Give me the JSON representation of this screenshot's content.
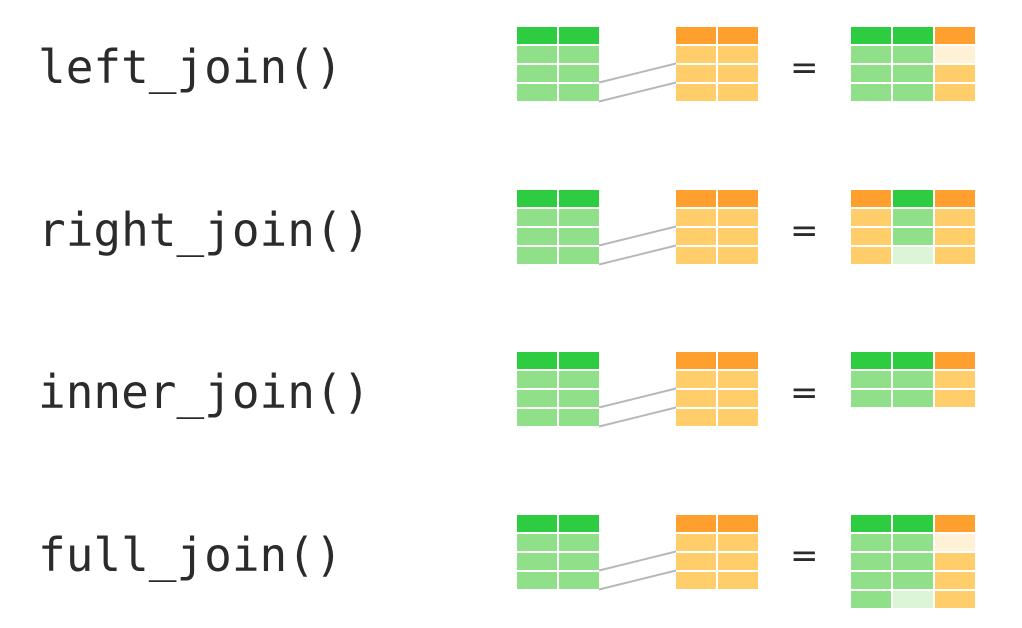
{
  "equals_sign": "=",
  "colors": {
    "green_header": "#2ecc40",
    "green_body": "#90e08a",
    "green_light": "#dcf5d6",
    "orange_header": "#ff9f2e",
    "orange_body": "#ffce6b",
    "orange_light": "#fff1d6",
    "connector": "#b8b8b8"
  },
  "joins": [
    {
      "name": "left_join()",
      "result_header": [
        "green",
        "green",
        "orange"
      ],
      "result_body": [
        [
          "green",
          "green",
          "orange_light"
        ],
        [
          "green",
          "green",
          "orange"
        ],
        [
          "green",
          "green",
          "orange"
        ]
      ]
    },
    {
      "name": "right_join()",
      "result_header": [
        "orange",
        "green",
        "orange"
      ],
      "result_body": [
        [
          "orange",
          "green",
          "orange"
        ],
        [
          "orange",
          "green",
          "orange"
        ],
        [
          "orange",
          "green_light",
          "orange"
        ]
      ]
    },
    {
      "name": "inner_join()",
      "result_header": [
        "green",
        "green",
        "orange"
      ],
      "result_body": [
        [
          "green",
          "green",
          "orange"
        ],
        [
          "green",
          "green",
          "orange"
        ]
      ]
    },
    {
      "name": "full_join()",
      "result_header": [
        "green",
        "green",
        "orange"
      ],
      "result_body": [
        [
          "green",
          "green",
          "orange_light"
        ],
        [
          "green",
          "green",
          "orange"
        ],
        [
          "green",
          "green",
          "orange"
        ],
        [
          "green",
          "green_light",
          "orange"
        ]
      ]
    }
  ]
}
